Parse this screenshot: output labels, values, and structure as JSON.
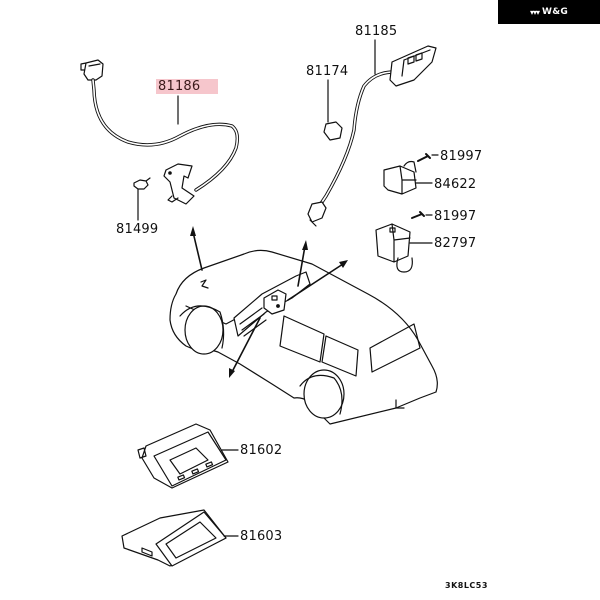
{
  "brand": {
    "logo_glyph": "▾▾▾",
    "name": "W&G"
  },
  "diagram": {
    "title": "Parts diagram - meters & gauges / clock",
    "diagram_code": "3K8LC53",
    "highlight_color": "#f6c6cc",
    "parts": [
      {
        "id": "81186",
        "label": "81186",
        "highlighted": true,
        "desc": "cable with connector and bracket"
      },
      {
        "id": "81499",
        "label": "81499",
        "highlighted": false,
        "desc": "clip"
      },
      {
        "id": "81185",
        "label": "81185",
        "highlighted": false,
        "desc": "harness with switch housing"
      },
      {
        "id": "81174",
        "label": "81174",
        "highlighted": false,
        "desc": "small clip"
      },
      {
        "id": "81997a",
        "label": "81997",
        "highlighted": false,
        "desc": "screw"
      },
      {
        "id": "84622",
        "label": "84622",
        "highlighted": false,
        "desc": "relay/module"
      },
      {
        "id": "81997b",
        "label": "81997",
        "highlighted": false,
        "desc": "screw"
      },
      {
        "id": "82797",
        "label": "82797",
        "highlighted": false,
        "desc": "control unit"
      },
      {
        "id": "81602",
        "label": "81602",
        "highlighted": false,
        "desc": "display unit"
      },
      {
        "id": "81603",
        "label": "81603",
        "highlighted": false,
        "desc": "display housing"
      }
    ]
  }
}
